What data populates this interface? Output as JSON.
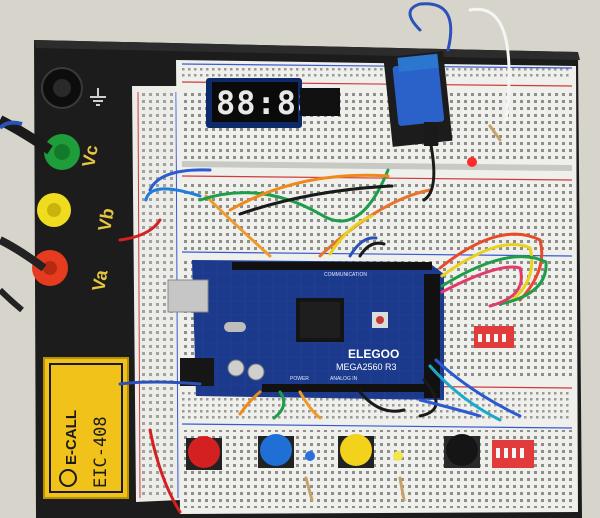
{
  "board": {
    "brand": "E-CALL",
    "model": "EIC-408",
    "terminals": {
      "vc": "Vc",
      "vb": "Vb",
      "va": "Va"
    }
  },
  "display": {
    "digits": "88:88"
  },
  "mcu": {
    "brand": "ELEGOO",
    "model": "MEGA2560 R3",
    "section_labels": {
      "communication": "COMMUNICATION",
      "power": "POWER",
      "analog_in": "ANALOG IN"
    }
  },
  "colors": {
    "board_black": "#1b1b1b",
    "breadboard": "#ededeb",
    "mcu_blue": "#1b3a8c",
    "relay_blue": "#2a62c9",
    "button_red": "#d42020",
    "button_blue": "#1f6fd6",
    "button_yellow": "#f2d21a",
    "button_black": "#151515",
    "dip_red": "#e23b3b",
    "label_yellow": "#f1c21a"
  }
}
